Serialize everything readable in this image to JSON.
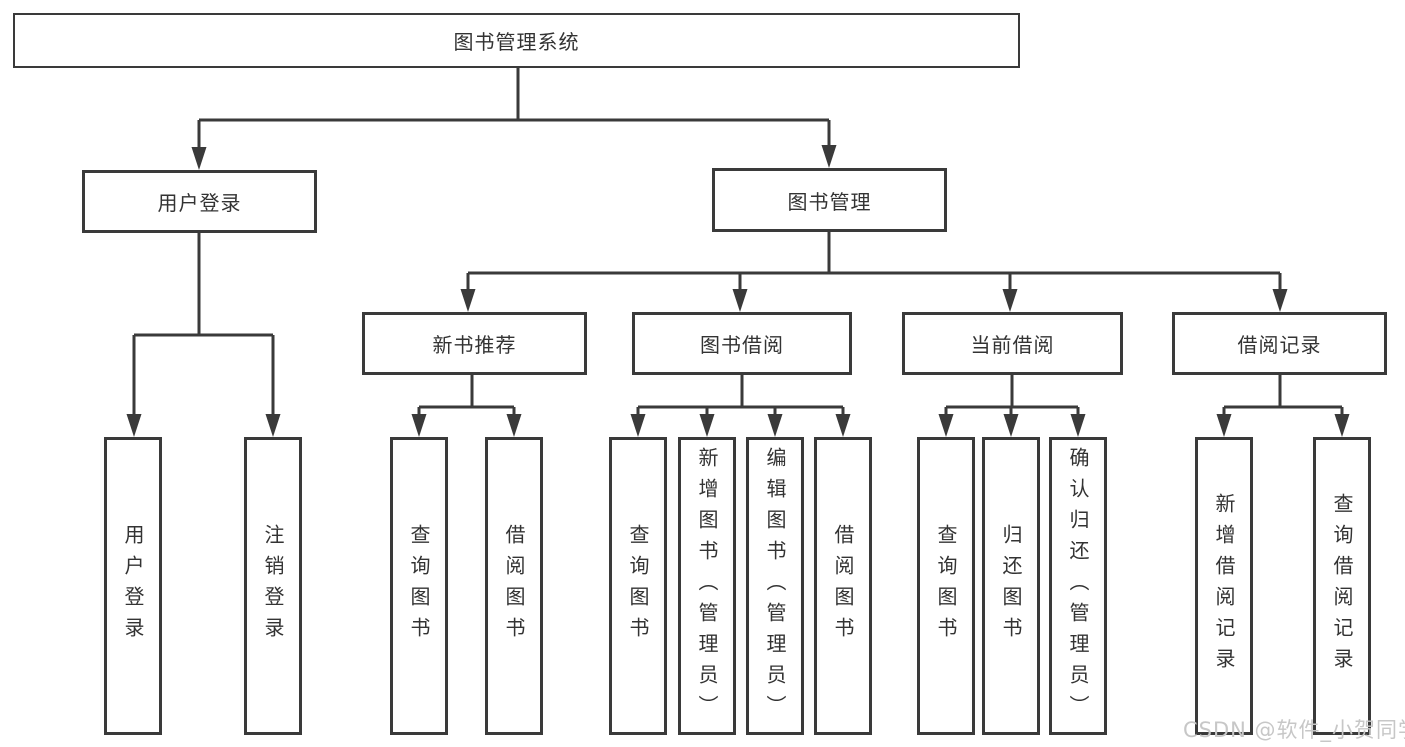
{
  "diagram": {
    "title_node": {
      "label": "图书管理系统"
    },
    "level2": [
      {
        "id": "user-login",
        "label": "用户登录",
        "parent": "图书管理系统"
      },
      {
        "id": "book-management",
        "label": "图书管理",
        "parent": "图书管理系统"
      }
    ],
    "level3": [
      {
        "id": "new-book-recommend",
        "label": "新书推荐",
        "parent": "图书管理"
      },
      {
        "id": "book-borrowing",
        "label": "图书借阅",
        "parent": "图书管理"
      },
      {
        "id": "current-borrowing",
        "label": "当前借阅",
        "parent": "图书管理"
      },
      {
        "id": "borrowing-records",
        "label": "借阅记录",
        "parent": "图书管理"
      }
    ],
    "leaves": [
      {
        "id": "leaf-user-login",
        "label": "用户登录",
        "parent": "用户登录"
      },
      {
        "id": "leaf-logout-login",
        "label": "注销登录",
        "parent": "用户登录"
      },
      {
        "id": "leaf-rec-query-books",
        "label": "查询图书",
        "parent": "新书推荐"
      },
      {
        "id": "leaf-rec-borrow-books",
        "label": "借阅图书",
        "parent": "新书推荐"
      },
      {
        "id": "leaf-bor-query-books",
        "label": "查询图书",
        "parent": "图书借阅"
      },
      {
        "id": "leaf-bor-add-books-admin",
        "label": "新增图书（管理员）",
        "parent": "图书借阅"
      },
      {
        "id": "leaf-bor-edit-books-admin",
        "label": "编辑图书（管理员）",
        "parent": "图书借阅"
      },
      {
        "id": "leaf-bor-borrow-books",
        "label": "借阅图书",
        "parent": "图书借阅"
      },
      {
        "id": "leaf-cur-query-books",
        "label": "查询图书",
        "parent": "当前借阅"
      },
      {
        "id": "leaf-cur-return-books",
        "label": "归还图书",
        "parent": "当前借阅"
      },
      {
        "id": "leaf-cur-confirm-return",
        "label": "确认归还（管理员）",
        "parent": "当前借阅"
      },
      {
        "id": "leaf-rec-add-record",
        "label": "新增借阅记录",
        "parent": "借阅记录"
      },
      {
        "id": "leaf-rec-query-record",
        "label": "查询借阅记录",
        "parent": "借阅记录"
      }
    ],
    "watermark": "CSDN @软件_小贺同学",
    "colors": {
      "line": "#3a3a3a",
      "text": "#333333",
      "background": "#ffffff",
      "watermark": "#c7c7c7"
    }
  }
}
